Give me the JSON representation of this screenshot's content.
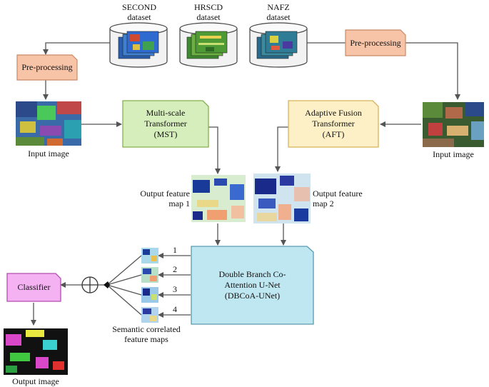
{
  "datasets": [
    {
      "line1": "SECOND",
      "line2": "dataset"
    },
    {
      "line1": "HRSCD",
      "line2": "dataset"
    },
    {
      "line1": "NAFZ",
      "line2": "dataset"
    }
  ],
  "preprocess_left": "Pre-processing",
  "preprocess_right": "Pre-processing",
  "input_image_left": "Input image",
  "input_image_right": "Input image",
  "mst": {
    "line1": "Multi-scale",
    "line2": "Transformer",
    "line3": "(MST)"
  },
  "aft": {
    "line1": "Adaptive Fusion",
    "line2": "Transformer",
    "line3": "(AFT)"
  },
  "feature_map_1": {
    "line1": "Output feature",
    "line2": "map 1"
  },
  "feature_map_2": {
    "line1": "Output feature",
    "line2": "map 2"
  },
  "dbcoa": {
    "line1": "Double Branch Co-",
    "line2": "Attention U-Net",
    "line3": "(DBCoA-UNet)"
  },
  "branch_numbers": [
    "1",
    "2",
    "3",
    "4"
  ],
  "semantic_maps": {
    "line1": "Semantic correlated",
    "line2": "feature maps"
  },
  "classifier": "Classifier",
  "output_image": "Output image",
  "colors": {
    "preprocess_fill": "#f8c4a8",
    "mst_fill": "#d6eebc",
    "mst_border": "#86b04e",
    "aft_fill": "#fdf0c6",
    "aft_border": "#d8b25a",
    "dbcoa_fill": "#bfe7f1",
    "dbcoa_border": "#5a9ab0",
    "classifier_fill": "#f4b2f2",
    "classifier_border": "#b34db0"
  }
}
